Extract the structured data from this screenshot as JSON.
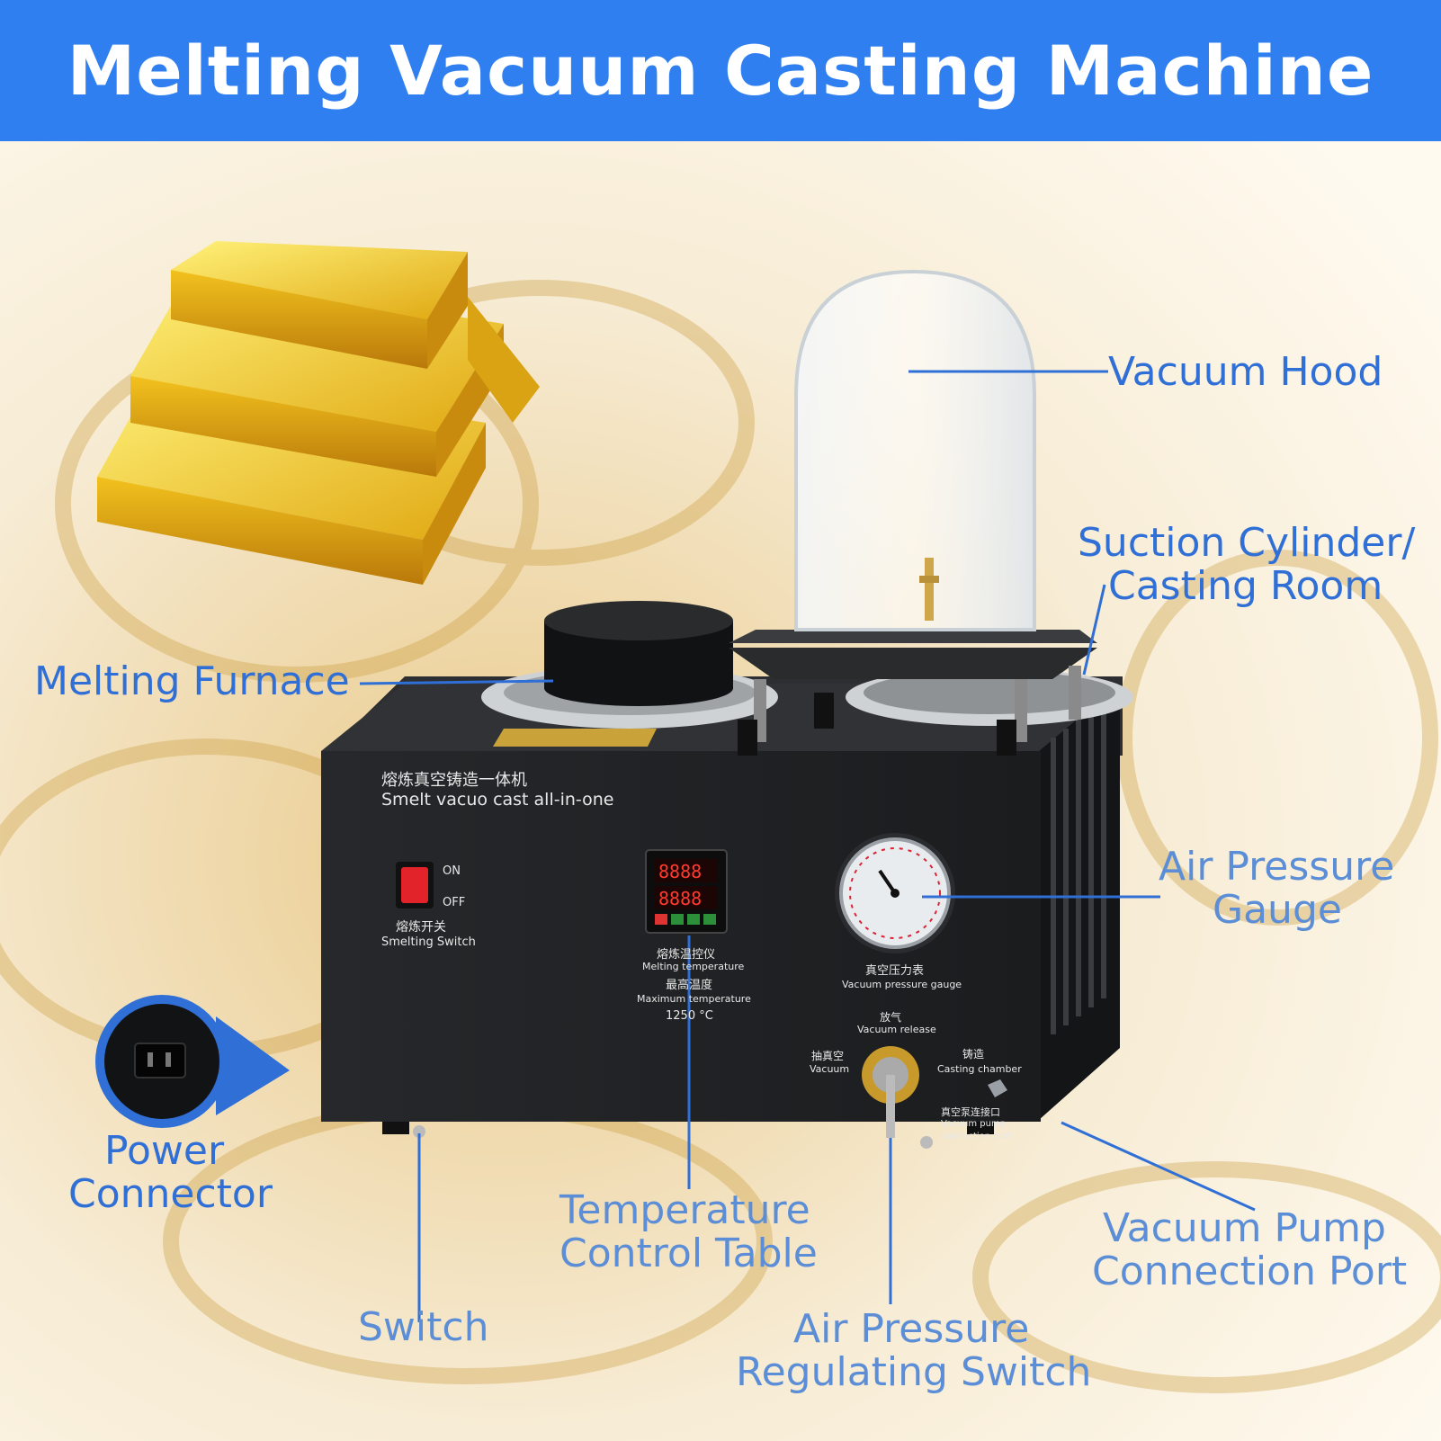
{
  "banner": {
    "title": "Melting Vacuum Casting Machine",
    "color": "#2f7ff0"
  },
  "labels": {
    "vacuum_hood": "Vacuum Hood",
    "suction_line1": "Suction Cylinder/",
    "suction_line2": "Casting Room",
    "melting_furnace": "Melting Furnace",
    "air_pressure_gauge_line1": "Air Pressure",
    "air_pressure_gauge_line2": "Gauge",
    "power_line1": "Power",
    "power_line2": "Connector",
    "temp_line1": "Temperature",
    "temp_line2": "Control Table",
    "switch": "Switch",
    "regulating_line1": "Air Pressure",
    "regulating_line2": "Regulating Switch",
    "pump_line1": "Vacuum Pump",
    "pump_line2": "Connection Port"
  },
  "panel": {
    "title_cn": "熔炼真空铸造一体机",
    "title_en": "Smelt vacuo cast all-in-one",
    "on": "ON",
    "off": "OFF",
    "switch_cn": "熔炼开关",
    "switch_en": "Smelting Switch",
    "controller_cn": "熔炼温控仪",
    "controller_en": "Melting temperature",
    "max_cn": "最高温度",
    "max_en": "Maximum temperature",
    "max_value": "1250 °C",
    "gauge_cn": "真空压力表",
    "gauge_en": "Vacuum pressure gauge",
    "release_cn": "放气",
    "release_en": "Vacuum release",
    "vacuum_cn": "抽真空",
    "vacuum_en": "Vacuum",
    "casting_cn": "铸造",
    "casting_en": "Casting chamber",
    "pump_cn": "真空泵连接口",
    "pump_en1": "Vacuum pump",
    "pump_en2": "connection port"
  },
  "colors": {
    "label": "#2f6fd6",
    "machine": "#1f2022",
    "gold": "#e6b323"
  }
}
